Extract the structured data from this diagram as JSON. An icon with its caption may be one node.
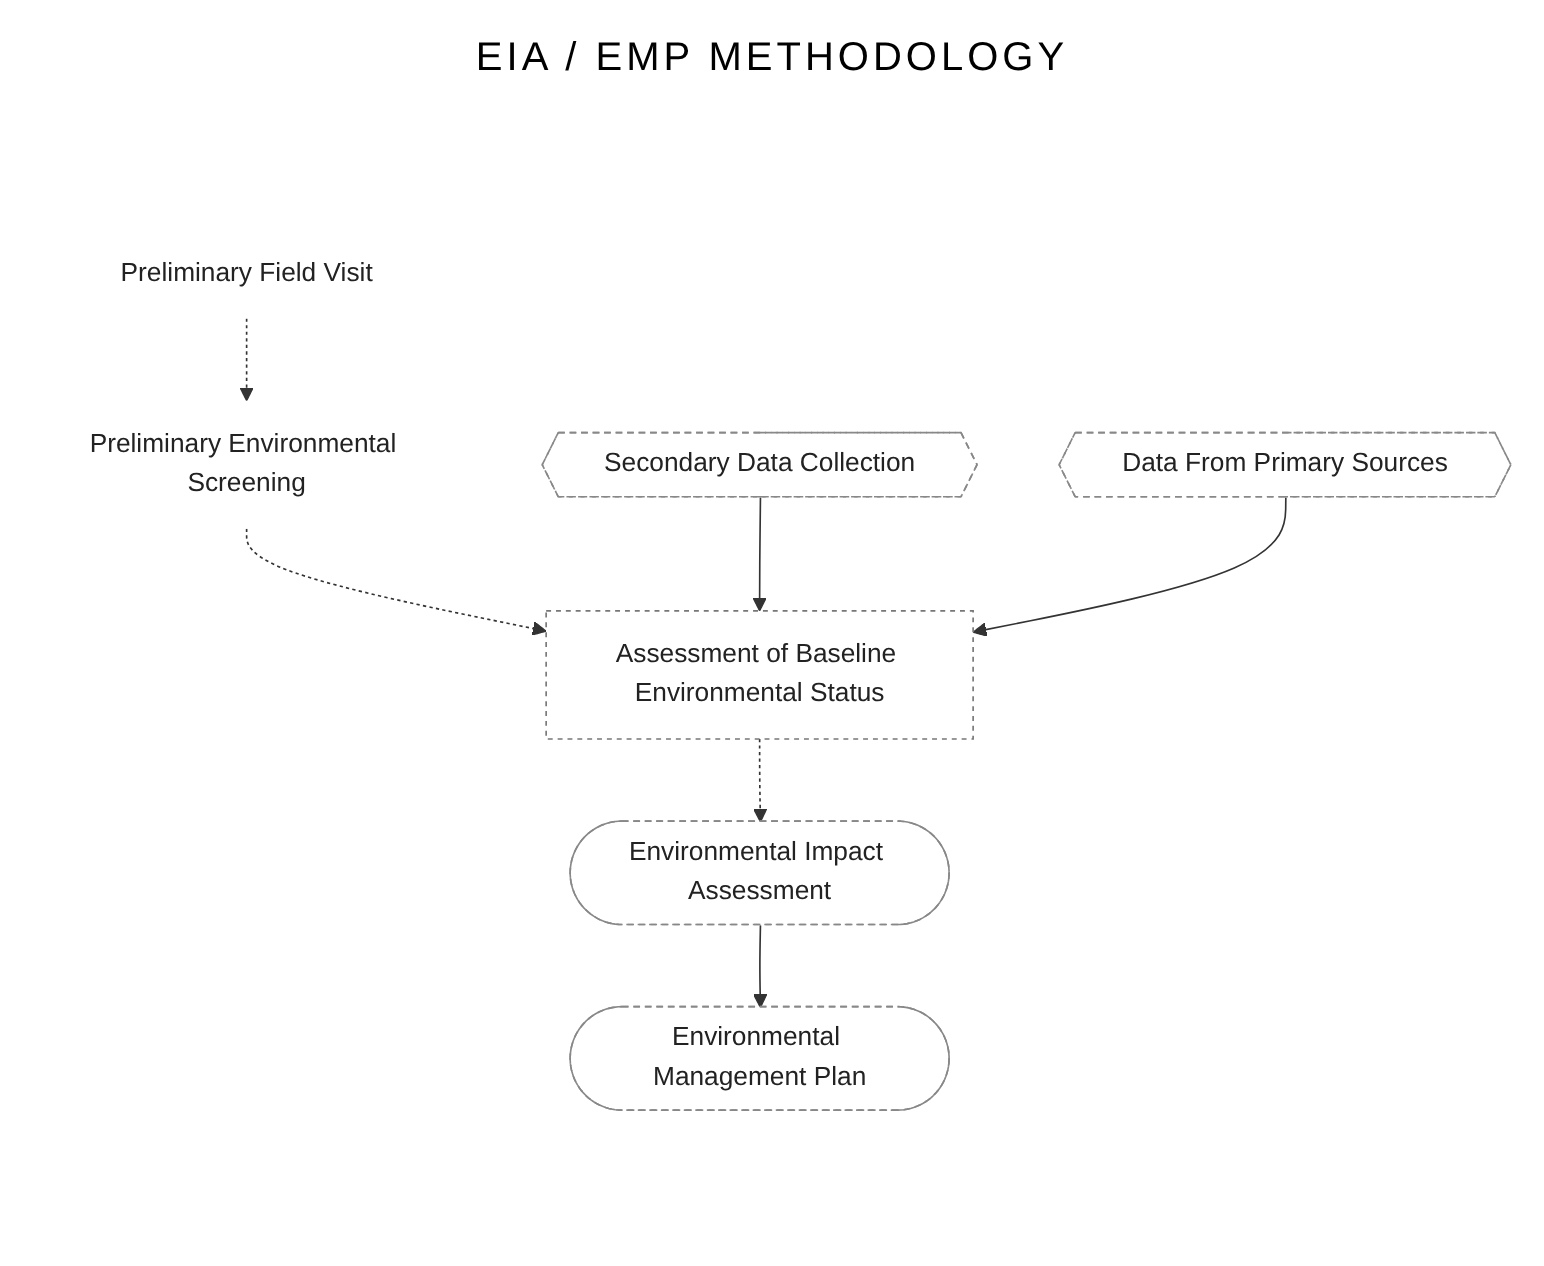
{
  "diagram": {
    "title": "EIA / EMP METHODOLOGY",
    "nodes": [
      {
        "text": [
          "Preliminary Field Visit"
        ]
      },
      {
        "text": [
          "Preliminary Environmental Screening"
        ]
      },
      {
        "text": [
          "Secondary Data Collection"
        ]
      },
      {
        "text": [
          "Assessment of Baseline Environmental Status"
        ]
      },
      {
        "text": [
          "Data From Primary Sources"
        ]
      },
      {
        "text": [
          "Environmental Impact Assessment"
        ]
      },
      {
        "text": [
          "Environmental Management Plan"
        ]
      }
    ],
    "edges": [
      {
        "from": 0,
        "to": 1,
        "arrow": "to",
        "style": "dashed"
      },
      {
        "from": 1,
        "to": 3,
        "arrow": "to",
        "style": "dashed"
      },
      {
        "from": 2,
        "to": 3,
        "arrow": "to"
      },
      {
        "from": 4,
        "to": 3,
        "arrow": "to"
      },
      {
        "from": 3,
        "to": 5,
        "arrow": "to",
        "style": "dashed"
      },
      {
        "from": 5,
        "to": 6,
        "arrow": "to"
      }
    ]
  }
}
